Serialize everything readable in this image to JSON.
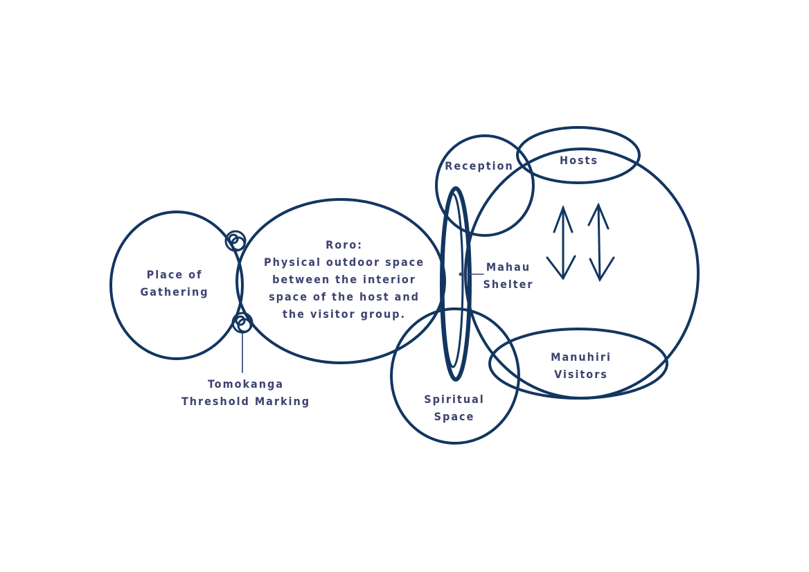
{
  "colors": {
    "stroke": "#123660",
    "text": "#3d4270"
  },
  "labels": {
    "gathering": [
      "Place of",
      "Gathering"
    ],
    "roro": [
      "Roro:",
      "Physical outdoor space",
      "between the interior",
      "space of the host and",
      "the visitor group."
    ],
    "tomokanga": [
      "Tomokanga",
      "Threshold Marking"
    ],
    "reception": "Reception",
    "hosts": "Hosts",
    "mahau": [
      "Mahau",
      "Shelter"
    ],
    "manuhiri": [
      "Manuhiri",
      "Visitors"
    ],
    "spiritual": [
      "Spiritual",
      "Space"
    ]
  }
}
